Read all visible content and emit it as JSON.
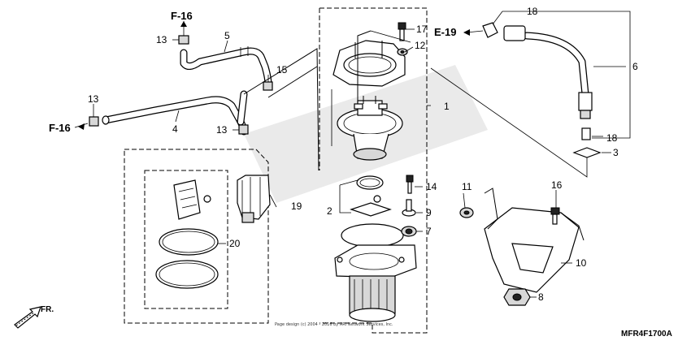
{
  "diagram": {
    "callouts": {
      "c1": "1",
      "c2": "2",
      "c3": "3",
      "c4": "4",
      "c5": "5",
      "c6": "6",
      "c7": "7",
      "c8": "8",
      "c9": "9",
      "c10": "10",
      "c11": "11",
      "c12": "12",
      "c13a": "13",
      "c13b": "13",
      "c13c": "13",
      "c14": "14",
      "c15": "15",
      "c16": "16",
      "c17": "17",
      "c18a": "18",
      "c18b": "18",
      "c19": "19",
      "c20": "20"
    },
    "references": {
      "f16_top": "F-16",
      "f16_left": "F-16",
      "e19": "E-19"
    },
    "direction_label": "FR.",
    "drawing_code": "MFR4F1700A",
    "copyright": "Page design (c) 2004 - 2016 by ARI Network Services, Inc."
  }
}
